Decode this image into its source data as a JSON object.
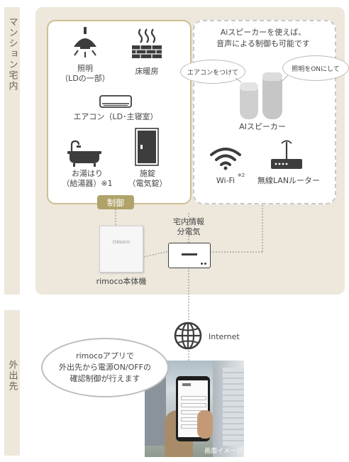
{
  "side_labels": {
    "inside": "マンション宅内",
    "outside": "外出先"
  },
  "control_devices": {
    "lighting": "照明\n（LDの一部）",
    "floor_heating": "床暖房",
    "aircon": "エアコン（LD･主寝室）",
    "bath": "お湯はり\n（給湯器）※1",
    "lock": "施錠\n（電気錠）"
  },
  "control_button": "制御",
  "ai_section": {
    "headline": "Aiスピーカーを使えば、\n音声による制御も可能です",
    "bubble_left": "エアコンをつけて",
    "bubble_right": "照明をONにして",
    "speaker_label": "AIスピーカー",
    "wifi_label": "Wi-Fi",
    "wifi_note": "※2",
    "router_label": "無線LANルーター"
  },
  "rimoco_label": "rimoco本体機",
  "rimoco_device_text": "rimoco",
  "panel_label": "宅内情報\n分電気",
  "internet_label": "Internet",
  "app_bubble": "rimocoアプリで\n外出先から電源ON/OFFの\n確認制御が行えます",
  "image_caption": "画面イメージ",
  "colors": {
    "beige_bg": "#ede7dc",
    "gold": "#b0a36a",
    "icon_dark": "#3d3d3d",
    "line": "#9a9a9a"
  }
}
